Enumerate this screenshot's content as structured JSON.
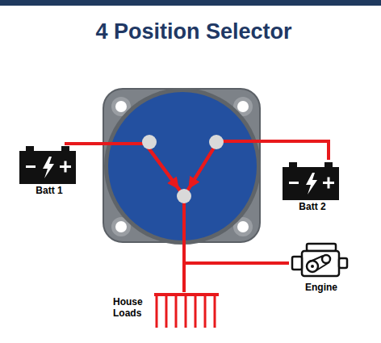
{
  "diagram": {
    "title": "4 Position Selector",
    "nodes": [
      {
        "text": [
          "Batt 1"
        ]
      },
      {
        "text": [
          "Batt 2"
        ]
      },
      {
        "text": [
          "Engine"
        ]
      },
      {
        "text": [
          "House Loads"
        ]
      }
    ],
    "edges": [
      {
        "from": 0,
        "to": 3,
        "arrow": "to"
      },
      {
        "from": 0,
        "to": 2,
        "arrow": "to"
      },
      {
        "from": 1,
        "to": 3,
        "arrow": "to"
      },
      {
        "from": 1,
        "to": 2,
        "arrow": "to"
      }
    ]
  }
}
